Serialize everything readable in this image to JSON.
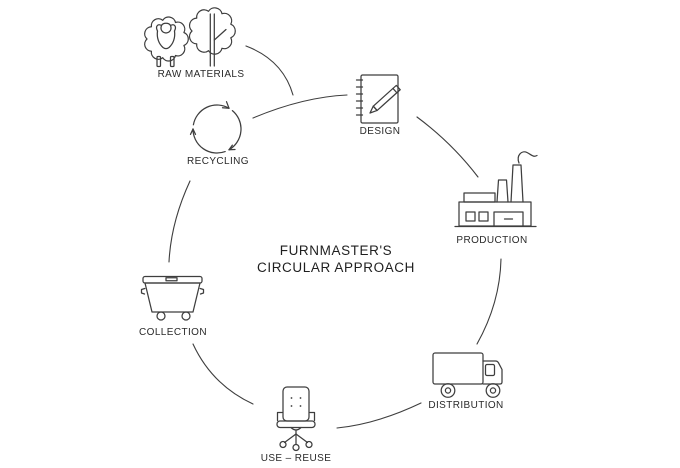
{
  "title": {
    "line1": "FURNMASTER'S",
    "line2": "CIRCULAR APPROACH"
  },
  "stages": [
    {
      "label": "RAW MATERIALS",
      "icon": "sheep-and-tree"
    },
    {
      "label": "DESIGN",
      "icon": "notebook-pencil"
    },
    {
      "label": "PRODUCTION",
      "icon": "factory"
    },
    {
      "label": "DISTRIBUTION",
      "icon": "delivery-truck"
    },
    {
      "label": "USE – REUSE",
      "icon": "office-chair"
    },
    {
      "label": "COLLECTION",
      "icon": "waste-container"
    },
    {
      "label": "RECYCLING",
      "icon": "recycling-arrows"
    }
  ],
  "colors": {
    "line": "#3e3e3e",
    "text": "#2a2a2a",
    "title_text": "#1f1f1f",
    "background": "#ffffff"
  }
}
